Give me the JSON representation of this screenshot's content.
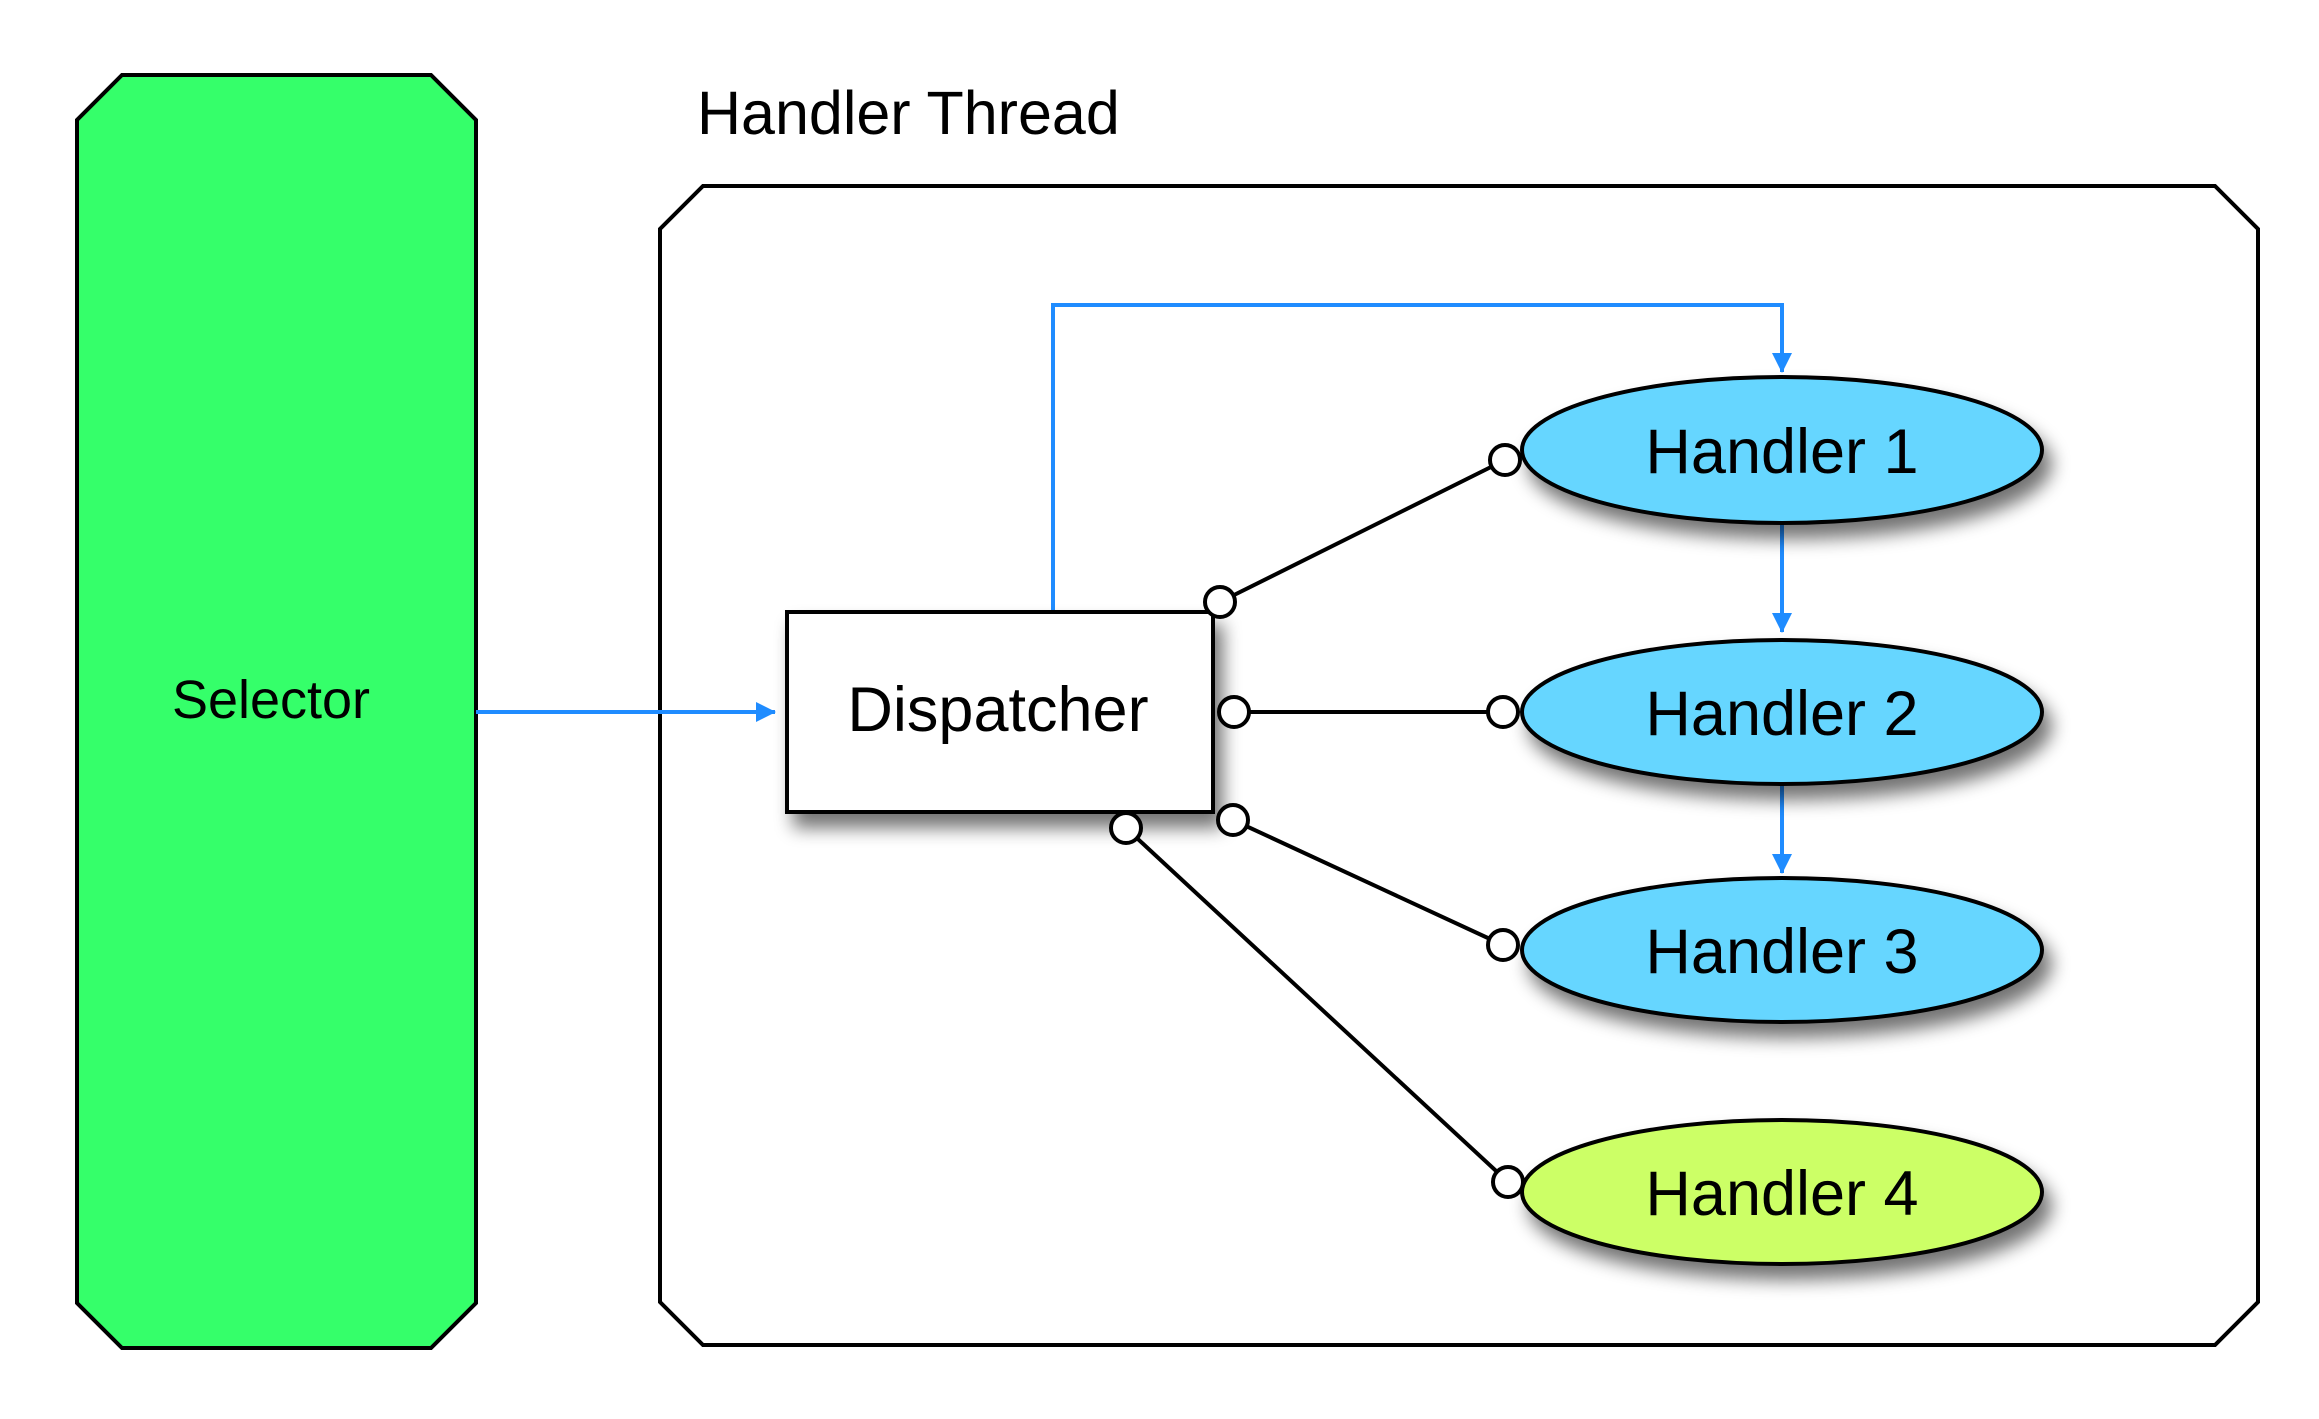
{
  "thread_label": "Handler Thread",
  "selector": {
    "label": "Selector",
    "fill": "#35ff6a"
  },
  "dispatcher": {
    "label": "Dispatcher",
    "fill": "#ffffff"
  },
  "handlers": [
    {
      "label": "Handler 1",
      "fill": "#66d6ff"
    },
    {
      "label": "Handler 2",
      "fill": "#66d6ff"
    },
    {
      "label": "Handler 3",
      "fill": "#66d6ff"
    },
    {
      "label": "Handler 4",
      "fill": "#ccff66"
    }
  ],
  "colors": {
    "arrow": "#1f8cff",
    "stroke": "#000000",
    "container_fill": "#ffffff"
  }
}
